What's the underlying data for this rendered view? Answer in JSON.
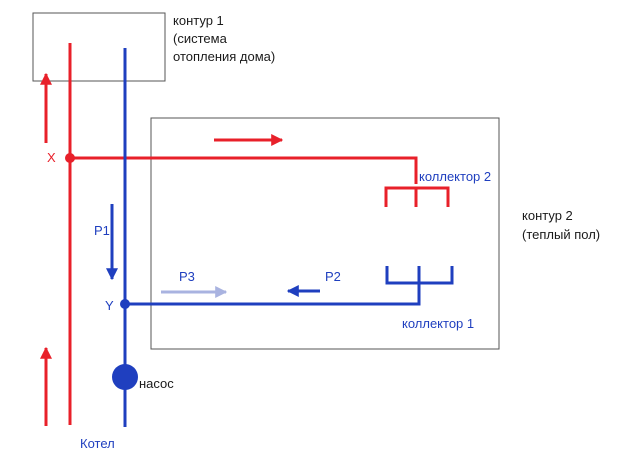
{
  "contour1": {
    "line1": "контур 1",
    "line2": "(система",
    "line3": "отопления дома)"
  },
  "contour2": {
    "line1": "контур 2",
    "line2": "(теплый пол)"
  },
  "collector2": "коллектор 2",
  "collector1": "коллектор 1",
  "point_x": "X",
  "point_y": "Y",
  "p1": "P1",
  "p2": "P2",
  "p3": "P3",
  "pump": "насос",
  "boiler": "Котел",
  "colors": {
    "hot": "#e8202a",
    "cold": "#1f3fbf",
    "faded": "#a9b3e0",
    "frame": "#555555"
  }
}
